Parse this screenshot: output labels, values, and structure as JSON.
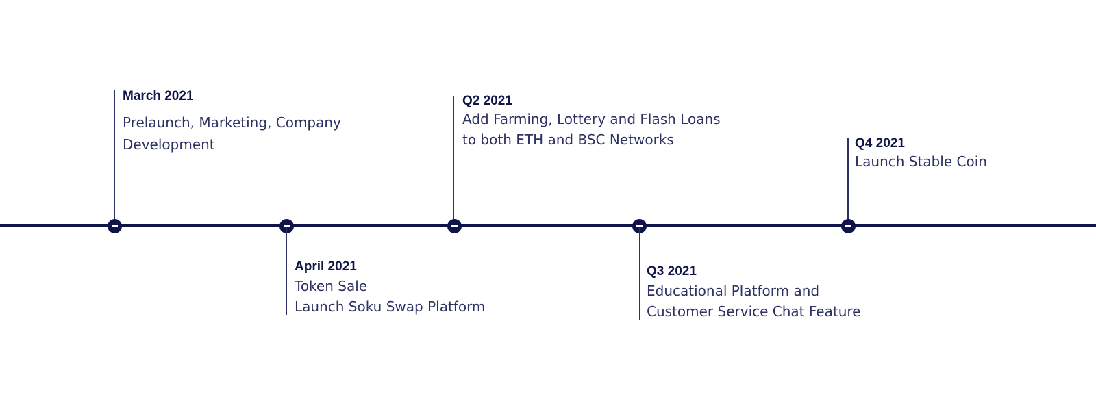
{
  "colors": {
    "axis": "#0f1548",
    "stem": "#2e3163",
    "date_text": "#0f1548",
    "body_text": "#2e3163",
    "background": "#ffffff"
  },
  "milestones": [
    {
      "date": "March 2021",
      "lines": [
        "Prelaunch, Marketing, Company",
        "Development"
      ]
    },
    {
      "date": "April 2021",
      "lines": [
        "Token Sale",
        "Launch Soku Swap Platform"
      ]
    },
    {
      "date": "Q2 2021",
      "lines": [
        "Add Farming, Lottery and Flash Loans",
        "to both ETH and BSC Networks"
      ]
    },
    {
      "date": "Q3 2021",
      "lines": [
        "Educational Platform and",
        "Customer Service Chat Feature"
      ]
    },
    {
      "date": "Q4 2021",
      "lines": [
        "Launch Stable Coin"
      ]
    }
  ]
}
